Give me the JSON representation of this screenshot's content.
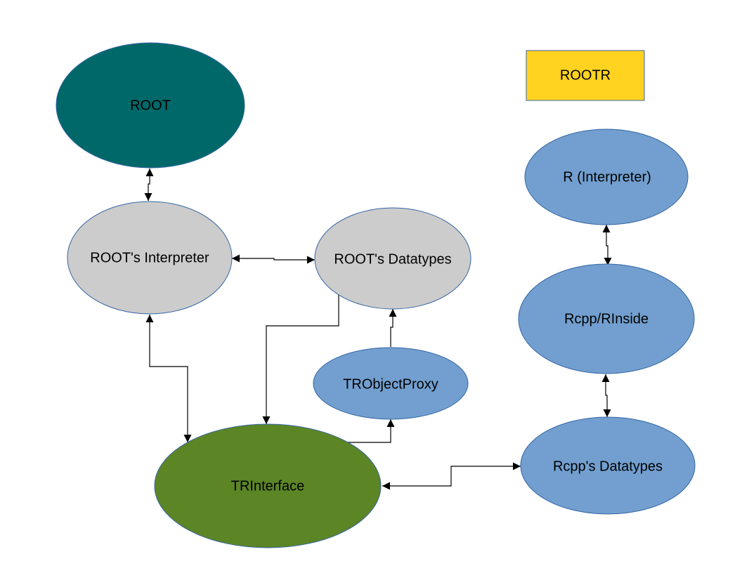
{
  "diagram": {
    "nodes": {
      "root": {
        "label": "ROOT",
        "color": "#006868"
      },
      "rootr": {
        "label": "ROOTR",
        "color": "#ffd320"
      },
      "r_interpreter": {
        "label": "R (Interpreter)",
        "color": "#729fcf"
      },
      "root_interpreter": {
        "label": "ROOT's Interpreter",
        "color": "#cccccc"
      },
      "root_datatypes": {
        "label": "ROOT's Datatypes",
        "color": "#cccccc"
      },
      "rcpp_rinside": {
        "label": "Rcpp/RInside",
        "color": "#729fcf"
      },
      "trobjectproxy": {
        "label": "TRObjectProxy",
        "color": "#729fcf"
      },
      "rcpp_datatypes": {
        "label": "Rcpp's Datatypes",
        "color": "#729fcf"
      },
      "trinterface": {
        "label": "TRInterface",
        "color": "#5c8526"
      }
    },
    "border_color": "#3465a4",
    "edges": [
      {
        "from": "root",
        "to": "root_interpreter",
        "direction": "both"
      },
      {
        "from": "root_interpreter",
        "to": "root_datatypes",
        "direction": "both"
      },
      {
        "from": "root_interpreter",
        "to": "trinterface",
        "direction": "both"
      },
      {
        "from": "root_datatypes",
        "to": "trinterface",
        "direction": "to"
      },
      {
        "from": "trobjectproxy",
        "to": "root_datatypes",
        "direction": "to"
      },
      {
        "from": "trinterface",
        "to": "trobjectproxy",
        "direction": "to"
      },
      {
        "from": "r_interpreter",
        "to": "rcpp_rinside",
        "direction": "both"
      },
      {
        "from": "rcpp_rinside",
        "to": "rcpp_datatypes",
        "direction": "both"
      },
      {
        "from": "trinterface",
        "to": "rcpp_datatypes",
        "direction": "both"
      }
    ]
  }
}
